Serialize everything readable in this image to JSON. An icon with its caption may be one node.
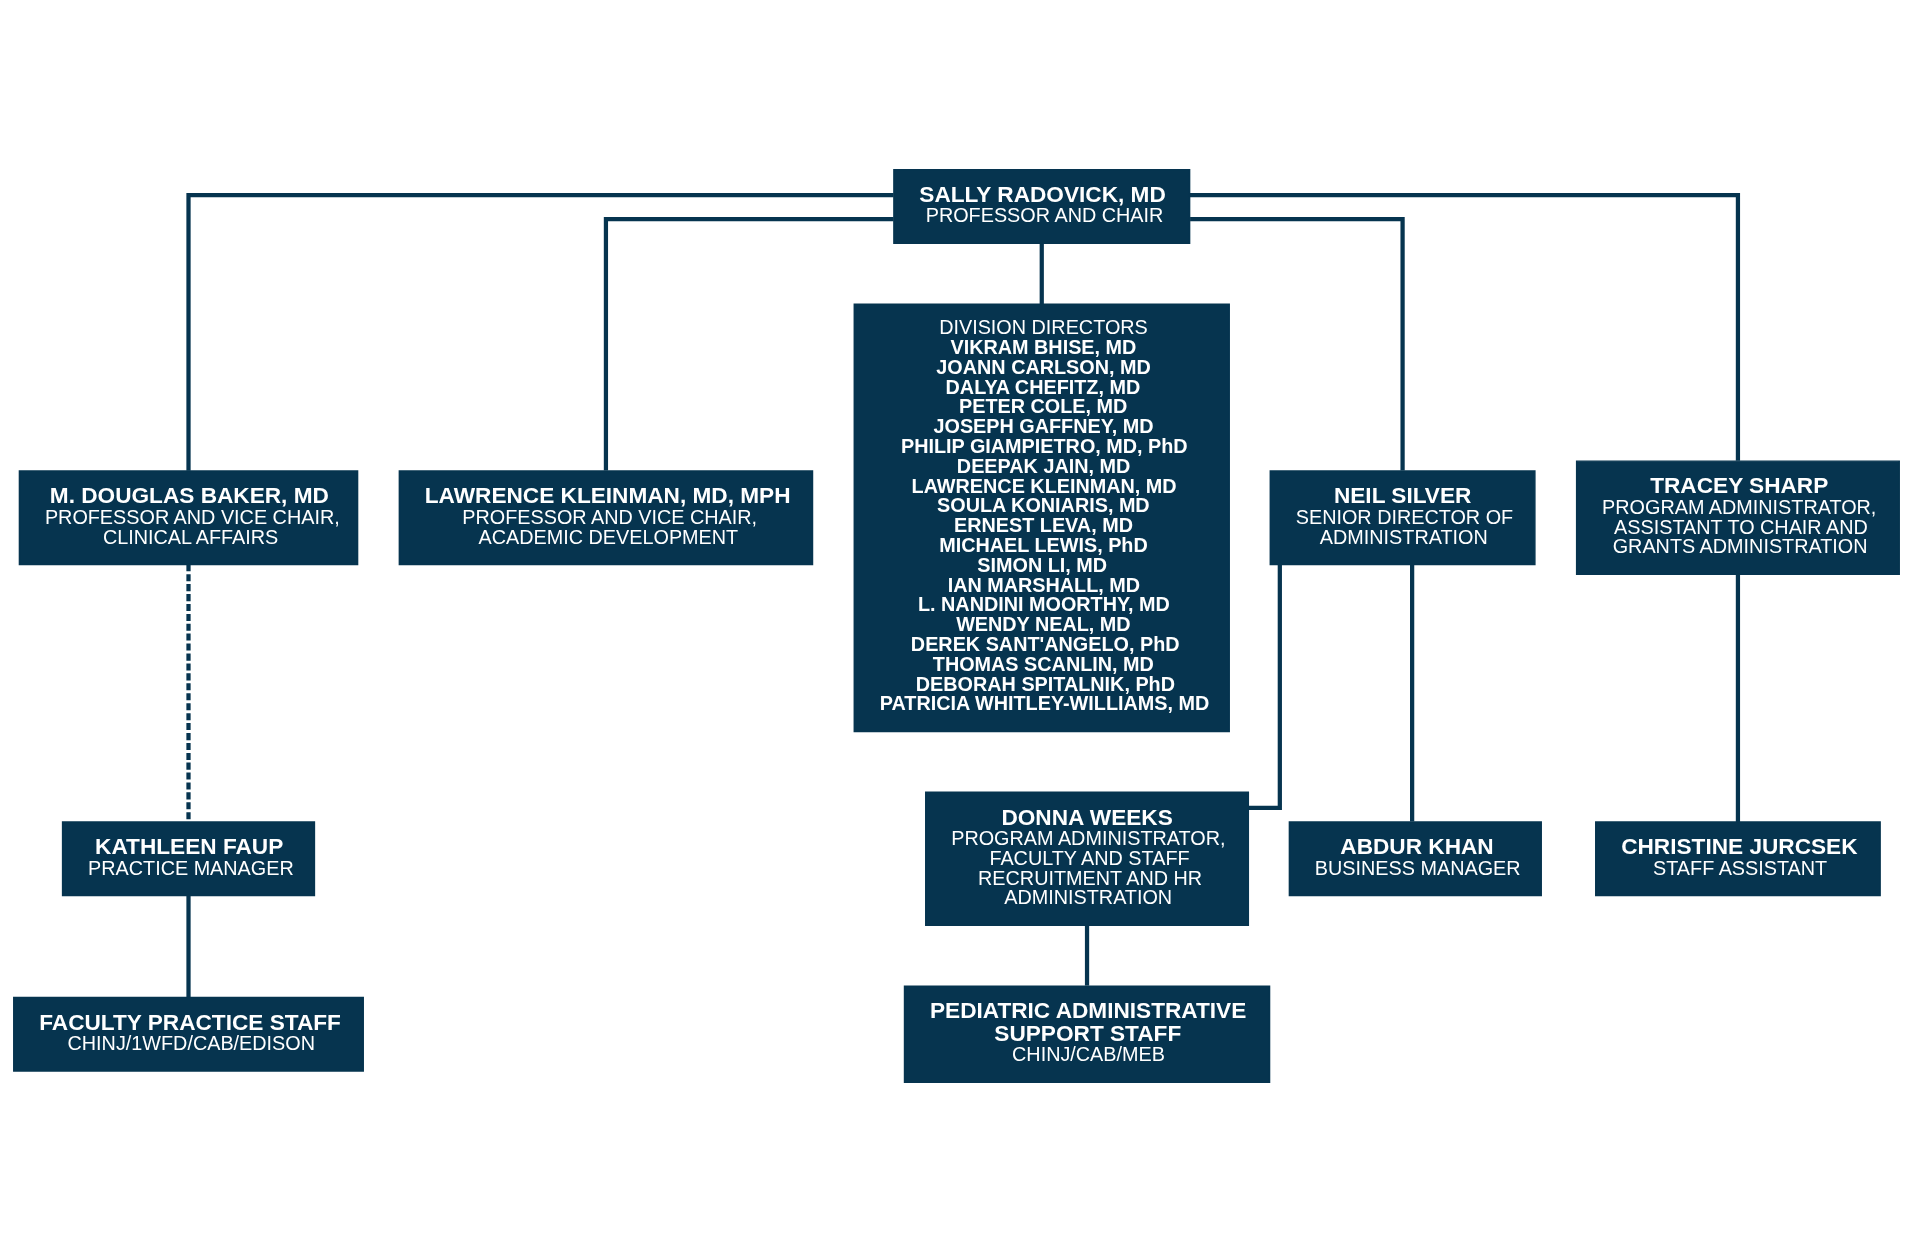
{
  "diagram": {
    "nodes": [
      {
        "text": [
          "SALLY RADOVICK, MD",
          "PROFESSOR AND CHAIR"
        ]
      },
      {
        "text": [
          "M. DOUGLAS BAKER, MD",
          "PROFESSOR AND VICE CHAIR, CLINICAL AFFAIRS"
        ]
      },
      {
        "text": [
          "LAWRENCE KLEINMAN, MD, MPH",
          "PROFESSOR AND VICE CHAIR, ACADEMIC DEVELOPMENT"
        ]
      },
      {
        "text": [
          "DIVISION DIRECTORS",
          "VIKRAM BHISE, MD",
          "JOANN CARLSON, MD",
          "DALYA CHEFITZ, MD",
          "PETER COLE, MD",
          "JOSEPH GAFFNEY, MD",
          "PHILIP GIAMPIETRO, MD, PhD",
          "DEEPAK JAIN, MD",
          "LAWRENCE KLEINMAN, MD",
          "SOULA KONIARIS, MD",
          "ERNEST LEVA, MD",
          "MICHAEL LEWIS, PhD",
          "SIMON LI, MD",
          "IAN MARSHALL, MD",
          "L. NANDINI MOORTHY, MD",
          "WENDY NEAL, MD",
          "DEREK SANT'ANGELO, PhD",
          "THOMAS SCANLIN, MD",
          "DEBORAH SPITALNIK, PhD",
          "PATRICIA WHITLEY-WILLIAMS, MD"
        ]
      },
      {
        "text": [
          "NEIL SILVER",
          "SENIOR DIRECTOR OF ADMINISTRATION"
        ]
      },
      {
        "text": [
          "KATHLEEN FAUP",
          "PRACTICE MANAGER"
        ]
      },
      {
        "text": [
          "DONNA WEEKS",
          "PROGRAM ADMINISTRATOR, FACULTY AND STAFF RECRUITMENT AND HR ADMINISTRATION"
        ]
      },
      {
        "text": [
          "ABDUR KHAN",
          "BUSINESS MANAGER"
        ]
      },
      {
        "text": [
          "TRACEY SHARP",
          "PROGRAM ADMINISTRATOR, ASSISTANT TO CHAIR AND GRANTS ADMINISTRATION"
        ]
      },
      {
        "text": [
          "FACULTY PRACTICE STAFF",
          "CHINJ/1WFD/CAB/EDISON"
        ]
      },
      {
        "text": [
          "PEDIATRIC ADMINISTRATIVE SUPPORT STAFF",
          "CHINJ/CAB/MEB"
        ]
      },
      {
        "text": [
          "CHRISTINE JURCSEK",
          "STAFF ASSISTANT"
        ]
      }
    ],
    "edges": [
      {
        "from": 0,
        "to": 3,
        "arrow": "none"
      },
      {
        "from": 0,
        "to": 1,
        "arrow": "none"
      },
      {
        "from": 0,
        "to": 2,
        "arrow": "none"
      },
      {
        "from": 0,
        "to": 4,
        "arrow": "none"
      },
      {
        "from": 0,
        "to": 8,
        "arrow": "none"
      },
      {
        "from": 1,
        "to": 5,
        "arrow": "none",
        "style": "dashed"
      },
      {
        "from": 4,
        "to": 6,
        "arrow": "none"
      },
      {
        "from": 4,
        "to": 7,
        "arrow": "none"
      },
      {
        "from": 5,
        "to": 9,
        "arrow": "none"
      },
      {
        "from": 6,
        "to": 10,
        "arrow": "none"
      },
      {
        "from": 8,
        "to": 11,
        "arrow": "none"
      }
    ]
  }
}
